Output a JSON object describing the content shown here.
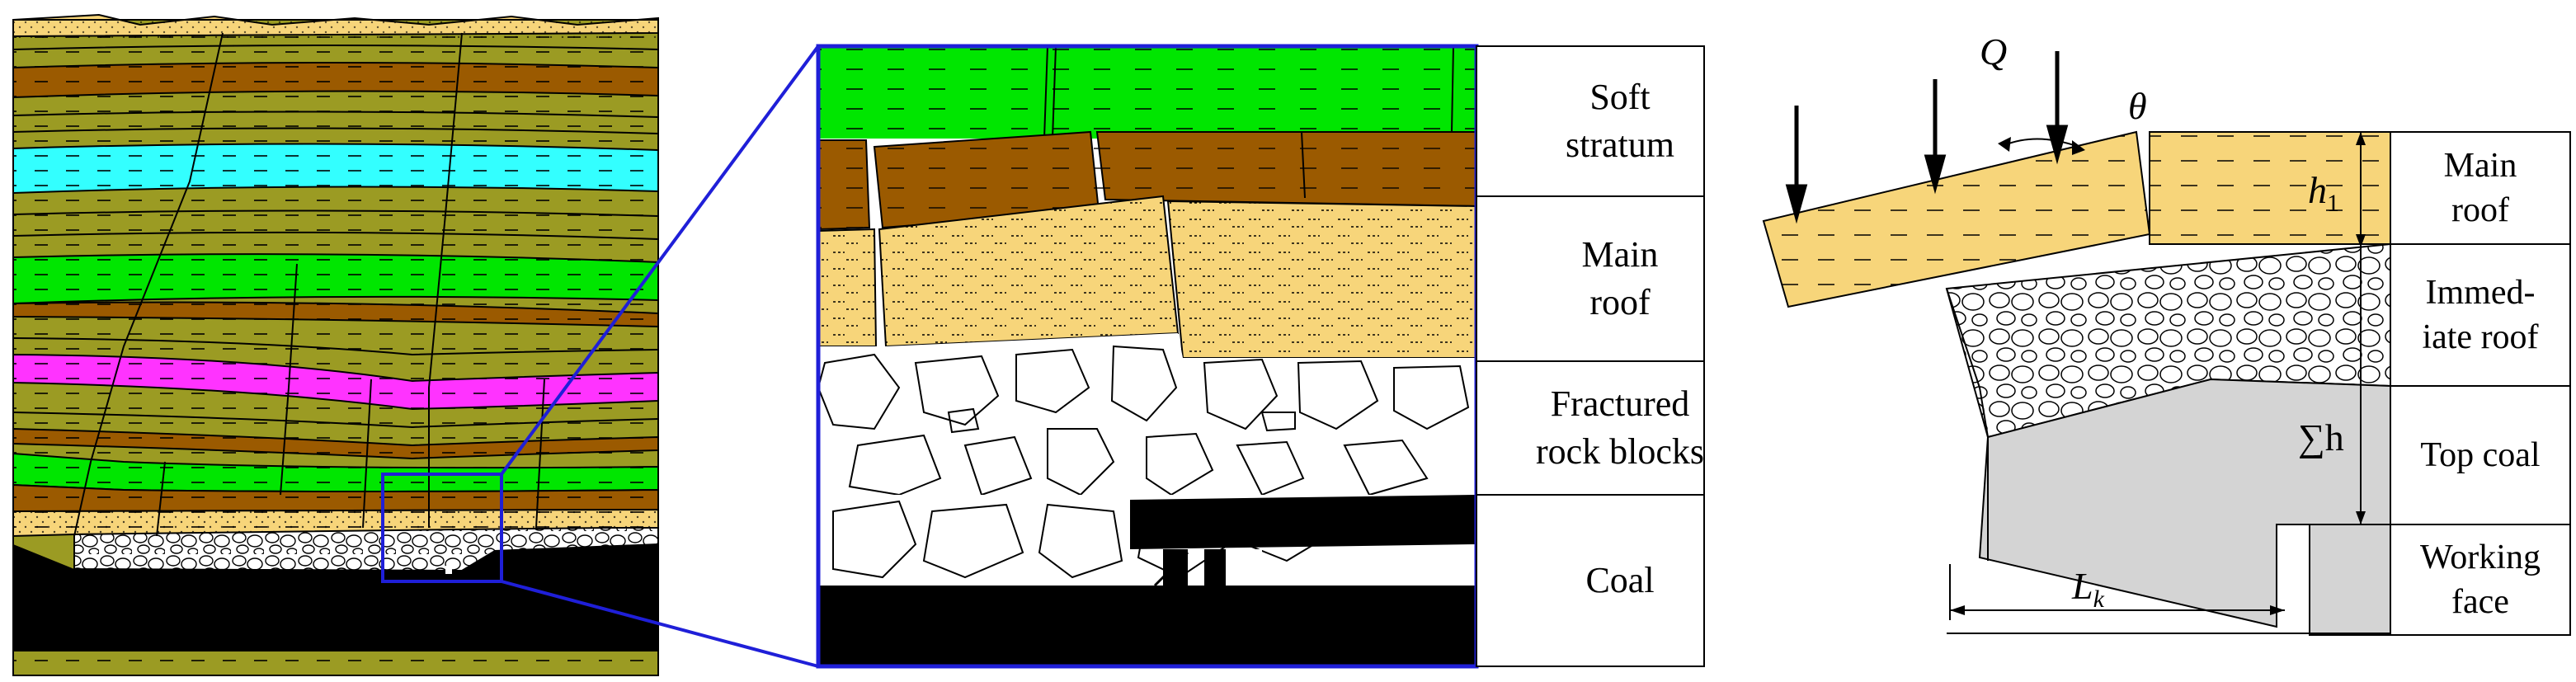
{
  "middle_labels": {
    "soft_stratum": "Soft\nstratum",
    "main_roof": "Main\nroof",
    "fractured_rock_blocks": "Fractured\nrock blocks",
    "coal": "Coal"
  },
  "right_labels": {
    "main_roof": "Main\nroof",
    "immediate_roof": "Immed-\niate roof",
    "top_coal": "Top coal",
    "working_face": "Working\nface"
  },
  "symbols": {
    "load": "Q",
    "angle": "θ",
    "thickness": "h",
    "thickness_sub": "1",
    "sum_height": "∑h",
    "length": "L",
    "length_sub": "k"
  },
  "colors": {
    "olive": "#9b9b23",
    "brown": "#9b5a00",
    "cyan": "#33ffff",
    "green": "#00e600",
    "magenta": "#ff33ff",
    "sand": "#f7d57a",
    "coal": "#000000",
    "gray": "#d4d4d4",
    "frame_blue": "#1f1fd8"
  }
}
